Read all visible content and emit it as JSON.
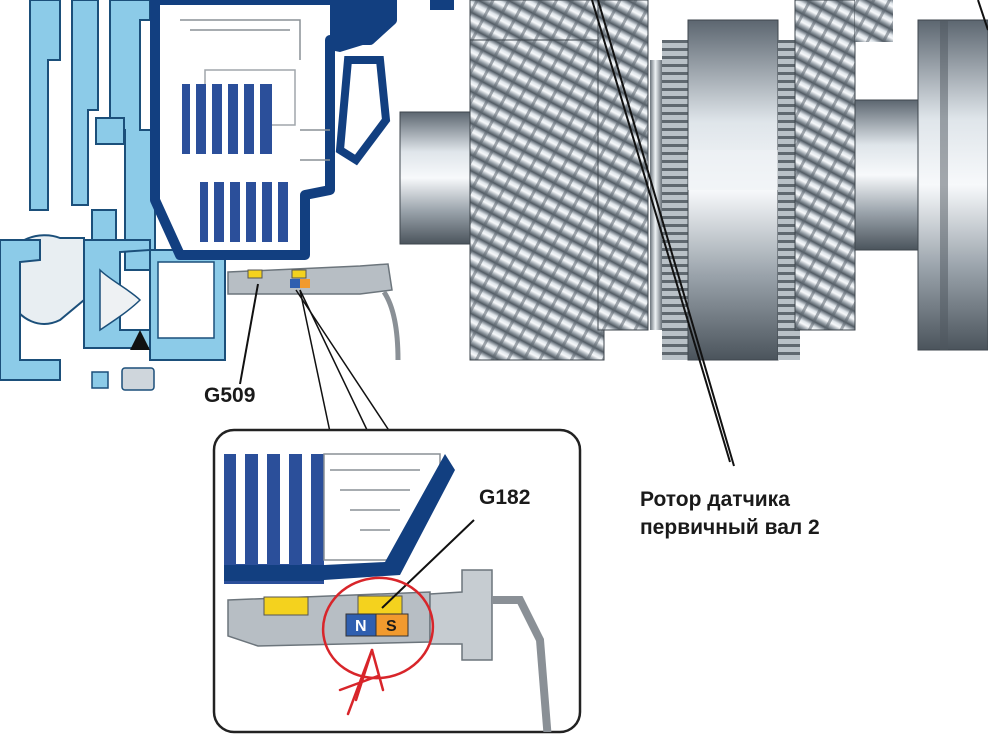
{
  "labels": {
    "g509": "G509",
    "g182": "G182",
    "rotor_line1": "Ротор датчика",
    "rotor_line2": "первичный вал 2"
  },
  "magnet": {
    "north": "N",
    "south": "S"
  },
  "colors": {
    "housing_light_blue": "#8ccbe8",
    "housing_dark_blue": "#123f80",
    "sensor_yellow": "#f4d21e",
    "magnet_north_blue": "#2f5fb0",
    "magnet_south_orange": "#f19a2e",
    "annotation_red": "#d8252a",
    "gear_steel": "#9aa3ab"
  }
}
